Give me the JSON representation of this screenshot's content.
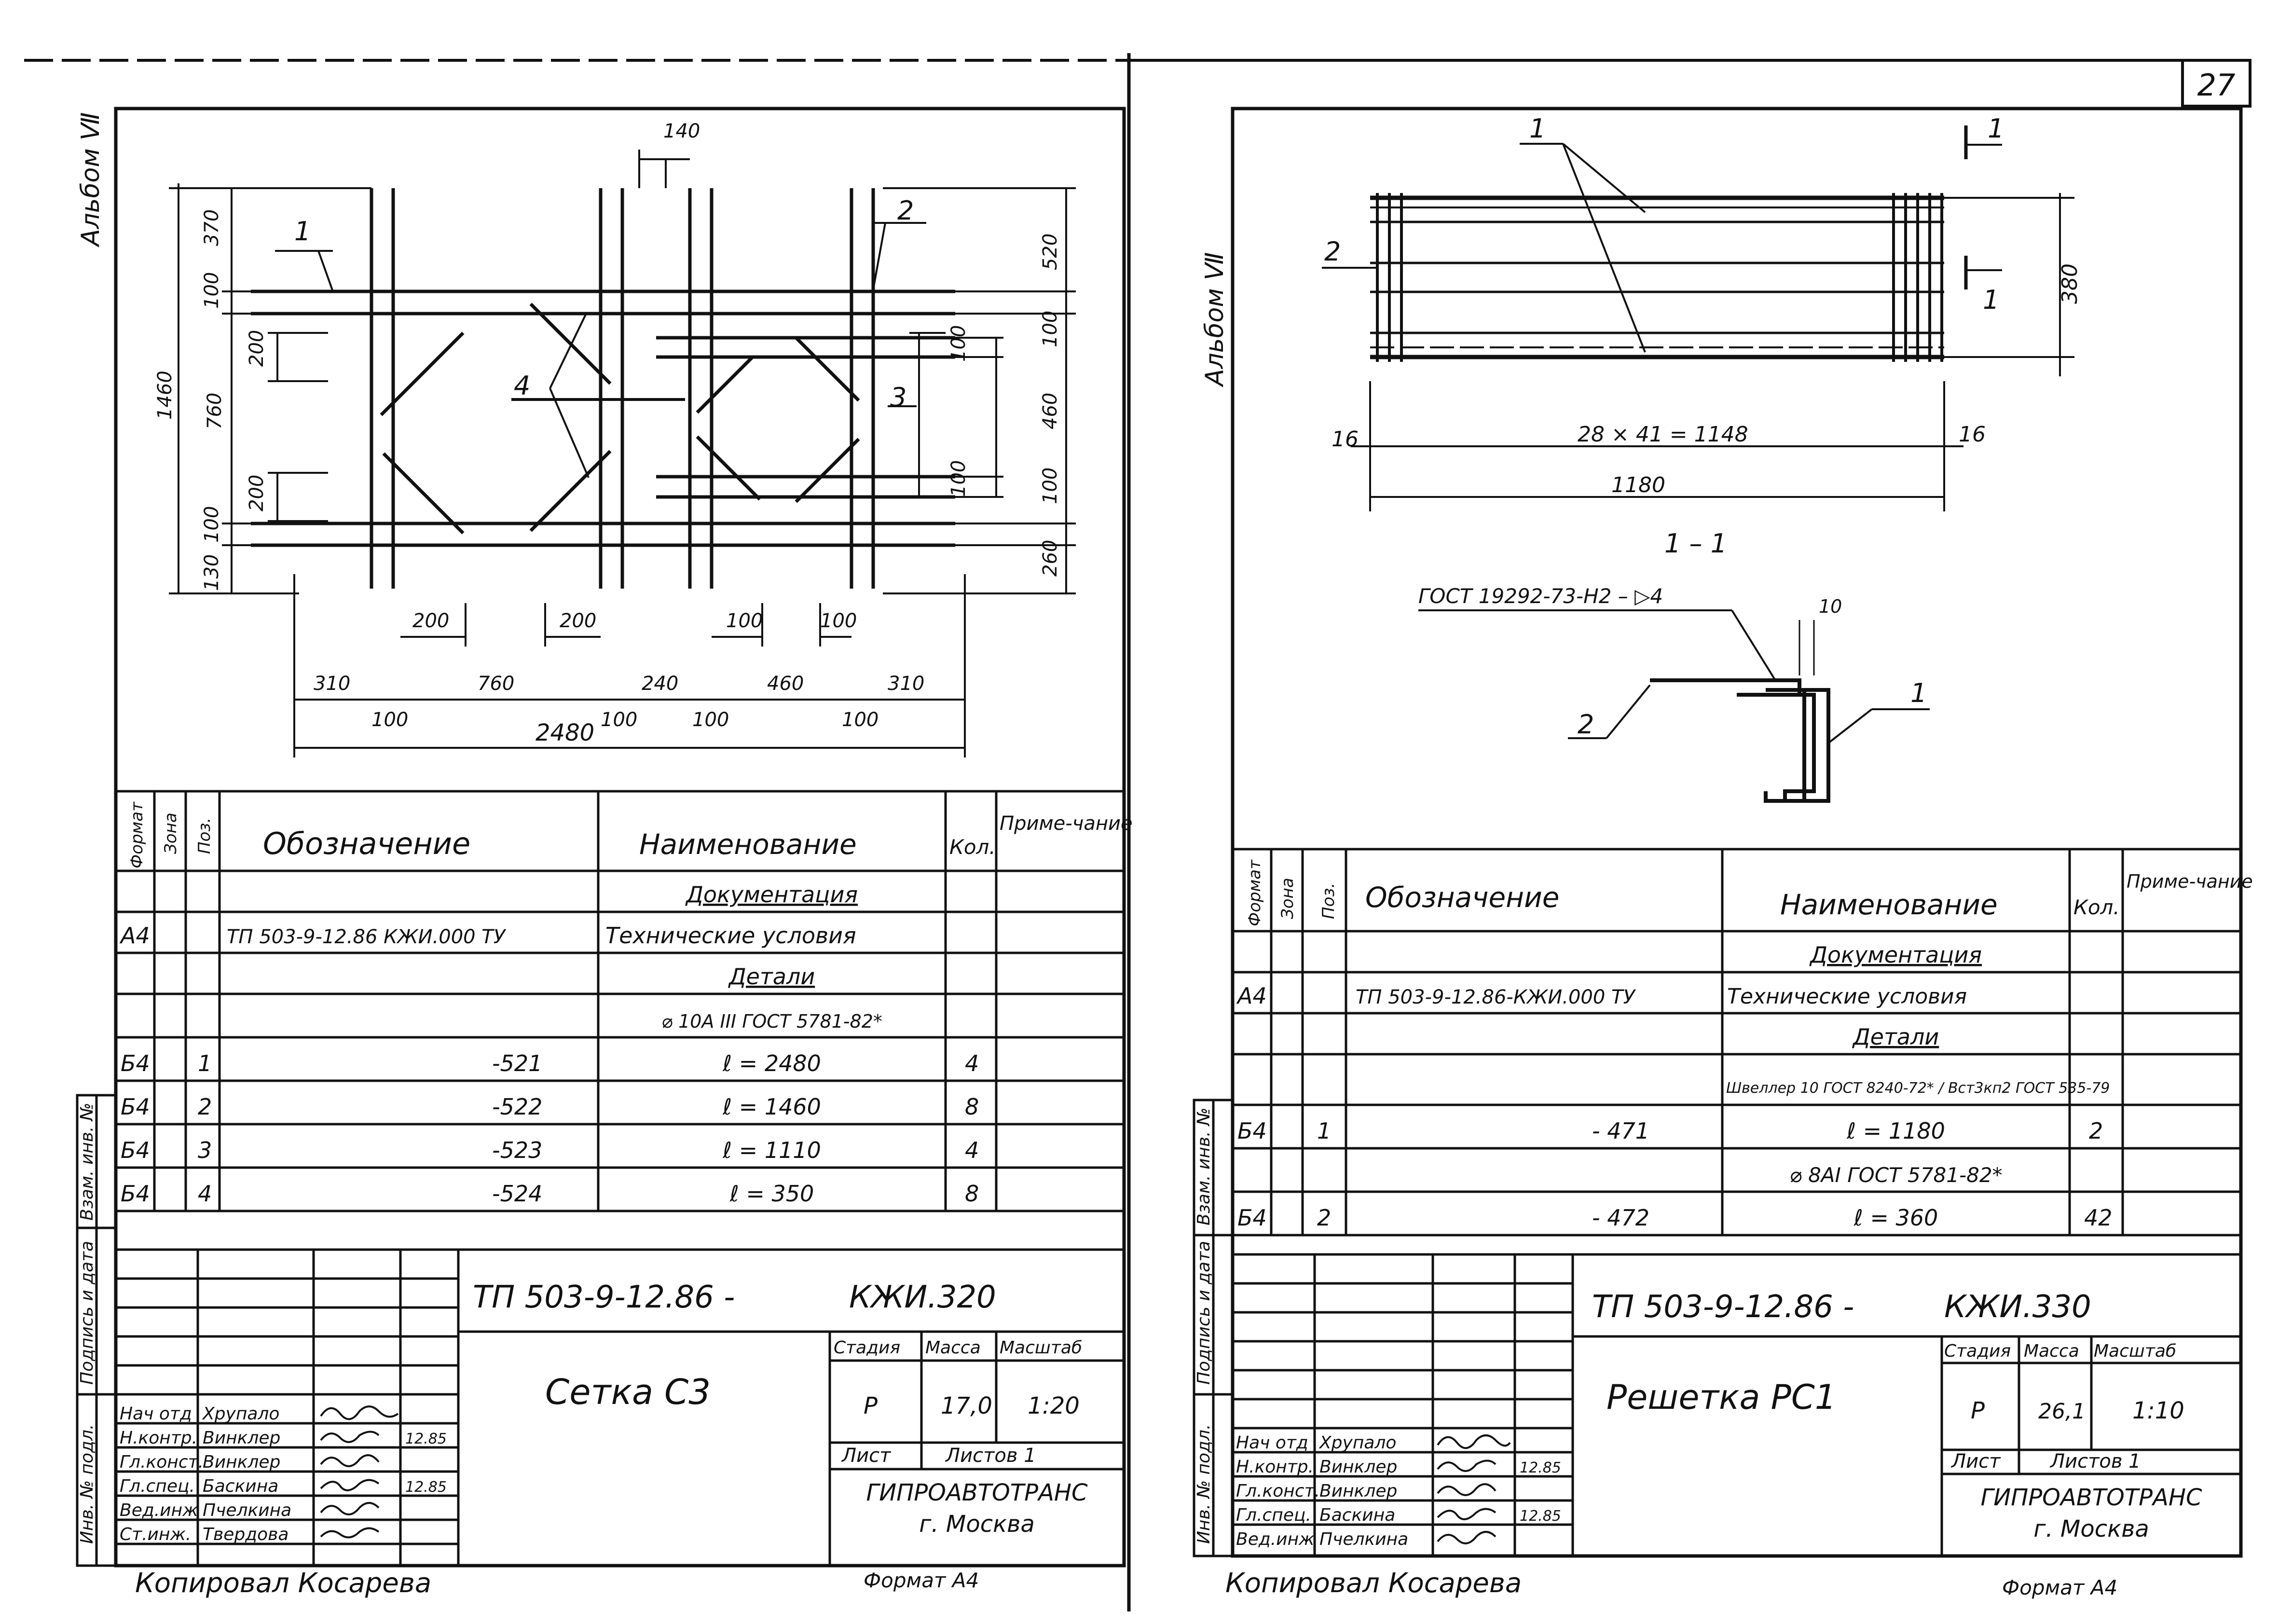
{
  "page_number": "27",
  "left": {
    "side_label": "Альбом Ⅶ",
    "labels": {
      "p1": "1",
      "p2": "2",
      "p3": "3",
      "p4": "4",
      "d140": "140",
      "d370": "370",
      "d100a": "100",
      "d200a": "200",
      "d760v": "760",
      "d200b": "200",
      "d100b": "100",
      "d130": "130",
      "d1460": "1460",
      "d520": "520",
      "d100r1": "100",
      "d100r2": "100",
      "d460v": "460",
      "d100r3": "100",
      "d100r4": "100",
      "d260": "260",
      "d200c": "200",
      "d200d": "200",
      "d100c": "100",
      "d100d": "100",
      "d310a": "310",
      "d760h": "760",
      "d240": "240",
      "d460h": "460",
      "d310b": "310",
      "d100e": "100",
      "d100f": "100",
      "d100g": "100",
      "d100h": "100",
      "d2480": "2480"
    },
    "table": {
      "h_format": "Формат",
      "h_zone": "Зона",
      "h_pos": "Поз.",
      "h_designation": "Обозначение",
      "h_name": "Наименование",
      "h_qty": "Кол.",
      "h_note": "Приме-чание",
      "rows": [
        {
          "f": "",
          "p": "",
          "d": "",
          "n": "Документация",
          "q": ""
        },
        {
          "f": "А4",
          "p": "",
          "d": "ТП 503-9-12.86  КЖИ.000 ТУ",
          "n": "Технические условия",
          "q": ""
        },
        {
          "f": "",
          "p": "",
          "d": "",
          "n": "Детали",
          "q": ""
        },
        {
          "f": "",
          "p": "",
          "d": "",
          "n": "⌀ 10А III  ГОСТ 5781-82*",
          "q": ""
        },
        {
          "f": "Б4",
          "p": "1",
          "d": "-521",
          "n": "ℓ = 2480",
          "q": "4"
        },
        {
          "f": "Б4",
          "p": "2",
          "d": "-522",
          "n": "ℓ = 1460",
          "q": "8"
        },
        {
          "f": "Б4",
          "p": "3",
          "d": "-523",
          "n": "ℓ = 1110",
          "q": "4"
        },
        {
          "f": "Б4",
          "p": "4",
          "d": "-524",
          "n": "ℓ = 350",
          "q": "8"
        }
      ]
    },
    "side_stamps": [
      "Взам. инв. №",
      "Подпись и дата",
      "Инв. № подл."
    ],
    "stamp": {
      "code": "ТП 503-9-12.86 -",
      "mark": "КЖИ.320",
      "title": "Сетка С3",
      "h_stage": "Стадия",
      "h_mass": "Масса",
      "h_scale": "Масштаб",
      "stage": "Р",
      "mass": "17,0",
      "scale": "1:20",
      "sheet": "Лист",
      "sheets": "Листов 1",
      "org": "ГИПРОАВТОТРАНС",
      "city": "г. Москва",
      "people": [
        {
          "role": "Нач отд",
          "name": "Хрупало",
          "date": ""
        },
        {
          "role": "Н.контр.",
          "name": "Винклер",
          "date": "12.85"
        },
        {
          "role": "Гл.конст.",
          "name": "Винклер",
          "date": ""
        },
        {
          "role": "Гл.спец.",
          "name": "Баскина",
          "date": "12.85"
        },
        {
          "role": "Вед.инж",
          "name": "Пчелкина",
          "date": ""
        },
        {
          "role": "Ст.инж.",
          "name": "Твердова",
          "date": ""
        }
      ]
    },
    "copied": "Копировал  Косарева",
    "format": "Формат А4"
  },
  "right": {
    "side_label": "Альбом Ⅶ",
    "labels": {
      "p1a": "1",
      "p2a": "2",
      "sec1a": "1",
      "sec1b": "1",
      "d380": "380",
      "d16a": "16",
      "d1148": "28 × 41 = 1148",
      "d16b": "16",
      "d1180": "1180",
      "section": "1 – 1",
      "weld": "ГОСТ 19292-73-Н2 –  ▷4",
      "d10": "10",
      "p2b": "2",
      "p1b": "1"
    },
    "table": {
      "h_format": "Формат",
      "h_zone": "Зона",
      "h_pos": "Поз.",
      "h_designation": "Обозначение",
      "h_name": "Наименование",
      "h_qty": "Кол.",
      "h_note": "Приме-чание",
      "rows": [
        {
          "f": "",
          "p": "",
          "d": "",
          "n": "Документация",
          "q": ""
        },
        {
          "f": "А4",
          "p": "",
          "d": "ТП 503-9-12.86-КЖИ.000 ТУ",
          "n": "Технические условия",
          "q": ""
        },
        {
          "f": "",
          "p": "",
          "d": "",
          "n": "Детали",
          "q": ""
        },
        {
          "f": "",
          "p": "",
          "d": "",
          "n": "Швеллер 10 ГОСТ 8240-72* / Вст3кп2 ГОСТ 535-79",
          "q": ""
        },
        {
          "f": "Б4",
          "p": "1",
          "d": "- 471",
          "n": "ℓ = 1180",
          "q": "2"
        },
        {
          "f": "",
          "p": "",
          "d": "",
          "n": "⌀ 8АI  ГОСТ 5781-82*",
          "q": ""
        },
        {
          "f": "Б4",
          "p": "2",
          "d": "- 472",
          "n": "ℓ = 360",
          "q": "42"
        }
      ]
    },
    "side_stamps": [
      "Взам. инв. №",
      "Подпись и дата",
      "Инв. № подл."
    ],
    "stamp": {
      "code": "ТП 503-9-12.86 -",
      "mark": "КЖИ.330",
      "title": "Решетка РС1",
      "h_stage": "Стадия",
      "h_mass": "Масса",
      "h_scale": "Масштаб",
      "stage": "Р",
      "mass": "26,1",
      "scale": "1:10",
      "sheet": "Лист",
      "sheets": "Листов 1",
      "org": "ГИПРОАВТОТРАНС",
      "city": "г. Москва",
      "people": [
        {
          "role": "Нач отд",
          "name": "Хрупало",
          "date": ""
        },
        {
          "role": "Н.контр.",
          "name": "Винклер",
          "date": "12.85"
        },
        {
          "role": "Гл.конст.",
          "name": "Винклер",
          "date": ""
        },
        {
          "role": "Гл.спец.",
          "name": "Баскина",
          "date": "12.85"
        },
        {
          "role": "Вед.инж",
          "name": "Пчелкина",
          "date": ""
        }
      ]
    },
    "copied": "Копировал  Косарева",
    "format": "Формат А4"
  }
}
